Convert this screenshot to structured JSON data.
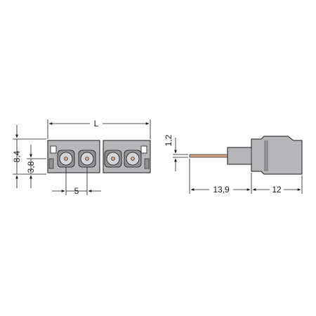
{
  "dimensions": {
    "overall_length": "L",
    "height": "8,4",
    "pin_offset": "3,8",
    "pitch": "5",
    "pin_diameter": "1,2",
    "pin_length": "13,9",
    "housing_depth": "12"
  },
  "colors": {
    "housing_fill": "#b5b7ba",
    "housing_dark": "#8e9094",
    "outline": "#1a1a1a",
    "pin": "#d9a48a"
  }
}
